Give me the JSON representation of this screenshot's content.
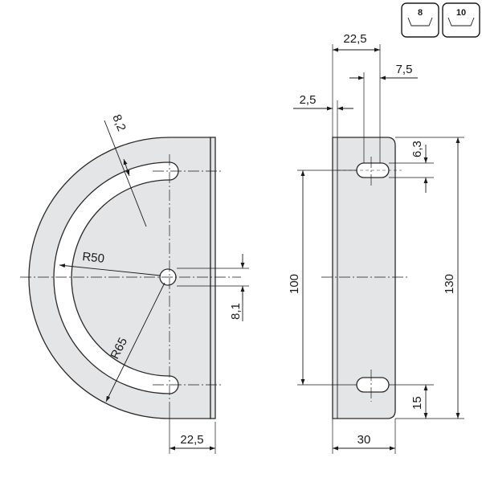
{
  "badges": [
    {
      "label": "8"
    },
    {
      "label": "10"
    }
  ],
  "dimensions": {
    "left_width": "22,5",
    "radius_outer": "R65",
    "radius_slot": "R50",
    "slot_width": "8,2",
    "hole": "8,1",
    "top_width": "22,5",
    "offset": "7,5",
    "thickness": "2,5",
    "slot_height": "6,3",
    "spacing": "100",
    "height": "130",
    "bottom_offset": "15",
    "depth": "30"
  }
}
